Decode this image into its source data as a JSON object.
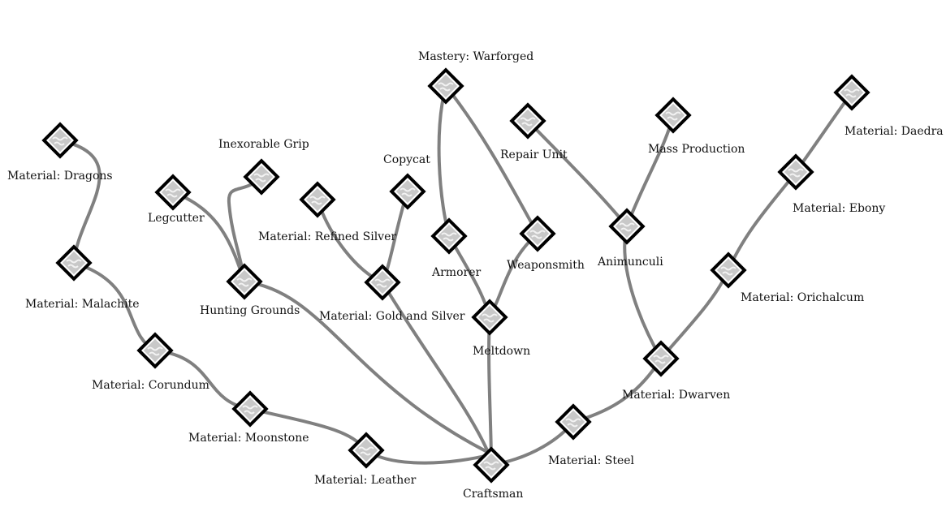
{
  "skill_tree": {
    "colors": {
      "edge": "#808080",
      "node_border": "#000000",
      "node_fill": "#c8c8c8",
      "text": "#111111"
    },
    "nodes": [
      {
        "id": "dragons",
        "label": "Material: Dragons",
        "icon": "gem-icon"
      },
      {
        "id": "malachite",
        "label": "Material: Malachite",
        "icon": "gem-icon"
      },
      {
        "id": "corundum",
        "label": "Material: Corundum",
        "icon": "gem-icon"
      },
      {
        "id": "moonstone",
        "label": "Material: Moonstone",
        "icon": "gem-icon"
      },
      {
        "id": "leather",
        "label": "Material: Leather",
        "icon": "gem-icon"
      },
      {
        "id": "legcutter",
        "label": "Legcutter",
        "icon": "gem-icon"
      },
      {
        "id": "inexorable",
        "label": "Inexorable Grip",
        "icon": "gem-icon"
      },
      {
        "id": "hunting",
        "label": "Hunting Grounds",
        "icon": "gem-icon"
      },
      {
        "id": "refined",
        "label": "Material: Refined Silver",
        "icon": "gem-icon"
      },
      {
        "id": "copycat",
        "label": "Copycat",
        "icon": "gem-icon"
      },
      {
        "id": "goldsilver",
        "label": "Material: Gold and Silver",
        "icon": "gem-icon"
      },
      {
        "id": "warforged",
        "label": "Mastery: Warforged",
        "icon": "gem-icon"
      },
      {
        "id": "armorer",
        "label": "Armorer",
        "icon": "gem-icon"
      },
      {
        "id": "weaponsmith",
        "label": "Weaponsmith",
        "icon": "gem-icon"
      },
      {
        "id": "meltdown",
        "label": "Meltdown",
        "icon": "gem-icon"
      },
      {
        "id": "craftsman",
        "label": "Craftsman",
        "icon": "gem-icon"
      },
      {
        "id": "repair",
        "label": "Repair Unit",
        "icon": "gem-icon"
      },
      {
        "id": "mass",
        "label": "Mass Production",
        "icon": "gem-icon"
      },
      {
        "id": "animunculi",
        "label": "Animunculi",
        "icon": "gem-icon"
      },
      {
        "id": "steel",
        "label": "Material: Steel",
        "icon": "gem-icon"
      },
      {
        "id": "dwarven",
        "label": "Material: Dwarven",
        "icon": "gem-icon"
      },
      {
        "id": "orichalcum",
        "label": "Material: Orichalcum",
        "icon": "gem-icon"
      },
      {
        "id": "ebony",
        "label": "Material: Ebony",
        "icon": "gem-icon"
      },
      {
        "id": "daedra",
        "label": "Material: Daedra",
        "icon": "gem-icon"
      }
    ],
    "edges": [
      [
        "dragons",
        "malachite"
      ],
      [
        "malachite",
        "corundum"
      ],
      [
        "corundum",
        "moonstone"
      ],
      [
        "moonstone",
        "leather"
      ],
      [
        "leather",
        "craftsman"
      ],
      [
        "legcutter",
        "hunting"
      ],
      [
        "inexorable",
        "hunting"
      ],
      [
        "hunting",
        "craftsman"
      ],
      [
        "refined",
        "goldsilver"
      ],
      [
        "copycat",
        "goldsilver"
      ],
      [
        "goldsilver",
        "craftsman"
      ],
      [
        "warforged",
        "armorer"
      ],
      [
        "warforged",
        "weaponsmith"
      ],
      [
        "armorer",
        "meltdown"
      ],
      [
        "weaponsmith",
        "meltdown"
      ],
      [
        "meltdown",
        "craftsman"
      ],
      [
        "craftsman",
        "steel"
      ],
      [
        "steel",
        "dwarven"
      ],
      [
        "dwarven",
        "animunculi"
      ],
      [
        "animunculi",
        "repair"
      ],
      [
        "animunculi",
        "mass"
      ],
      [
        "dwarven",
        "orichalcum"
      ],
      [
        "orichalcum",
        "ebony"
      ],
      [
        "ebony",
        "daedra"
      ]
    ]
  }
}
